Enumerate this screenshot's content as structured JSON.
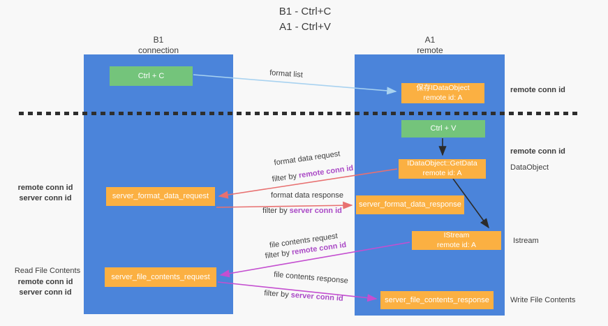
{
  "title": {
    "line1": "B1 - Ctrl+C",
    "line2": "A1 - Ctrl+V"
  },
  "lanes": {
    "left": {
      "title": "B1",
      "subtitle": "connection"
    },
    "right": {
      "title": "A1",
      "subtitle": "remote"
    }
  },
  "nodes": {
    "ctrl_c": {
      "label": "Ctrl + C"
    },
    "ctrl_v": {
      "label": "Ctrl + V"
    },
    "save_idataobject": {
      "line1": "保存IDataObject",
      "line2": "remote id: A"
    },
    "getdata": {
      "line1": "IDataObject::GetData",
      "line2": "remote id: A"
    },
    "istream": {
      "line1": "IStream",
      "line2": "remote id: A"
    },
    "server_format_data_request": {
      "label": "server_format_data_request"
    },
    "server_format_data_response": {
      "label": "server_format_data_response"
    },
    "server_file_contents_request": {
      "label": "server_file_contents_request"
    },
    "server_file_contents_response": {
      "label": "server_file_contents_response"
    }
  },
  "edge_labels": {
    "format_list": "format list",
    "format_data_request": "format data request",
    "format_data_response": "format data response",
    "file_contents_request": "file contents request",
    "file_contents_response": "file contents response",
    "filter_by": "filter by ",
    "remote_conn_id": "remote conn id",
    "server_conn_id": "server conn id"
  },
  "side_labels": {
    "left_remote_conn_id": "remote conn id",
    "left_server_conn_id": "server conn id",
    "read_file_contents": "Read File Contents",
    "left_remote_conn_id_2": "remote conn id",
    "left_server_conn_id_2": "server conn id",
    "right_remote_conn_id_top": "remote conn id",
    "right_remote_conn_id_mid": "remote conn id",
    "data_object": "DataObject",
    "istream": "Istream",
    "write_file_contents": "Write File Contents"
  },
  "colors": {
    "lane_blue": "#4b84da",
    "node_green": "#74c47b",
    "node_orange": "#fbb042",
    "arrow_light_blue": "#a8d2f0",
    "arrow_red": "#e87070",
    "arrow_magenta": "#c44fd0",
    "arrow_black": "#2b2b2b",
    "text_purple": "#aa4ac6",
    "text_green": "#5cb85c",
    "text_dark": "#3c3c3c",
    "background": "#f8f8f8"
  }
}
